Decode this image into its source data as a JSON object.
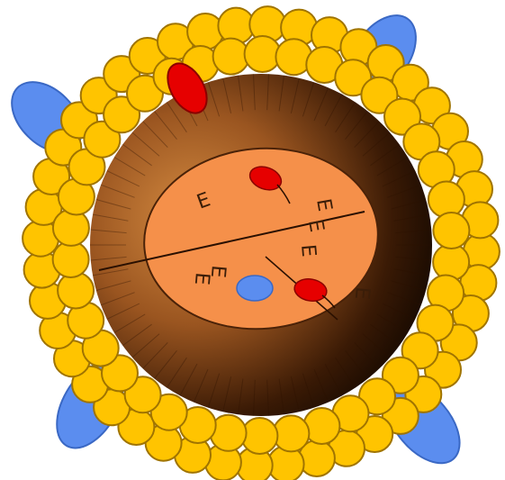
{
  "colors": {
    "background": "#ffffff",
    "phospholipid_head": "#ffc400",
    "phospholipid_outline": "#a07400",
    "surface_protein": "#5b8def",
    "surface_protein_outline": "#3a68c4",
    "red_marker": "#e60000",
    "core_dark": "#1a0a00",
    "core_light": "#c77a33",
    "inner_disc": "#f5904a",
    "line": "#2a1000"
  },
  "icons": {
    "surface_protein": "blue-oval-icon",
    "red_marker": "red-teardrop-icon",
    "blue_marker": "blue-oval-icon"
  },
  "labels": {
    "glyph_1": "E",
    "glyph_2": "E",
    "glyph_3": "E",
    "glyph_4": "E",
    "glyph_5": "E",
    "glyph_6": "E",
    "glyph_7": "E"
  }
}
